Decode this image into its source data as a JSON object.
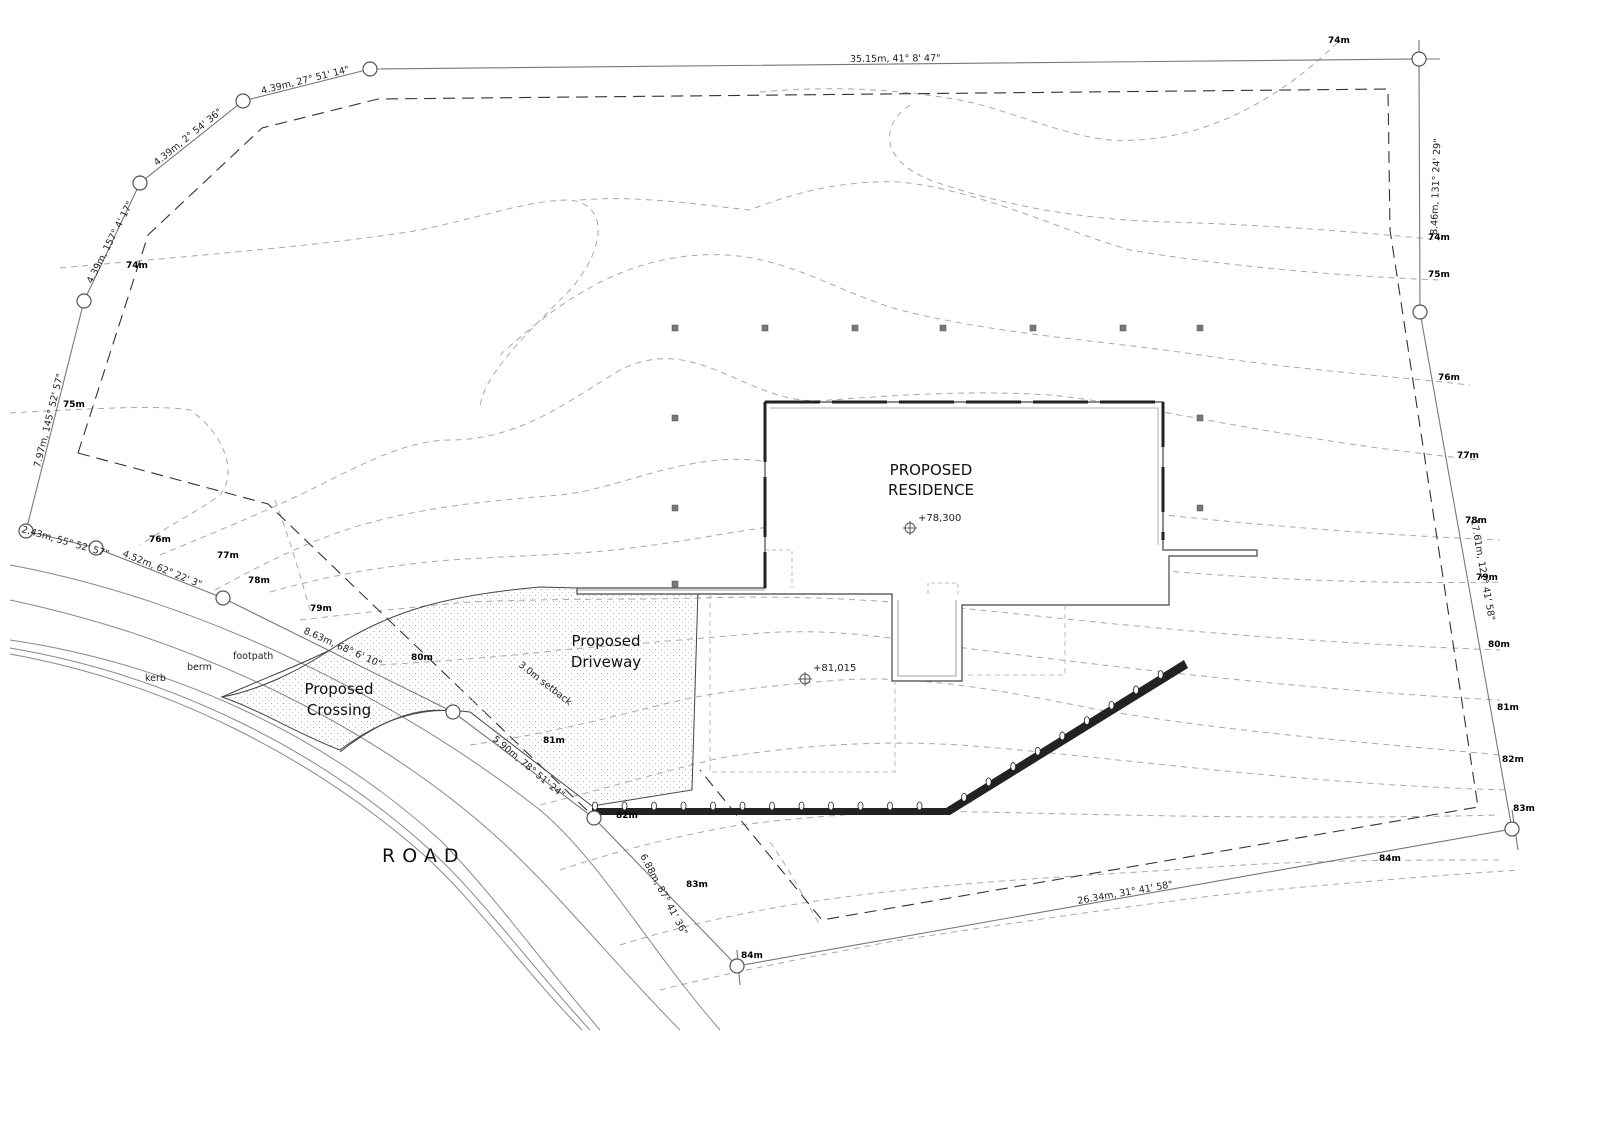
{
  "labels": {
    "residence_line1": "PROPOSED",
    "residence_line2": "RESIDENCE",
    "driveway_line1": "Proposed",
    "driveway_line2": "Driveway",
    "crossing_line1": "Proposed",
    "crossing_line2": "Crossing",
    "road": "ROAD",
    "footpath": "footpath",
    "berm": "berm",
    "kerb": "kerb",
    "setback": "3.0m setback",
    "level_residence": "+78,300",
    "level_driveway": "+81,015"
  },
  "boundary_dimensions": {
    "north": "35.15m, 41° 8' 47\"",
    "nw1": "4.39m, 27° 51' 14\"",
    "nw2": "4.39m, 2° 54' 36\"",
    "nw3": "4.39m, 157° 4' 17\"",
    "west": "7.97m, 145° 52' 57\"",
    "sw1": "2.43m, 55° 52' 57\"",
    "sw2": "4.52m, 62° 22' 3\"",
    "sw3": "8.63m, 68° 6' 10\"",
    "sw4": "5.90m, 78° 51' 24\"",
    "sw5": "6.88m, 87° 41' 36\"",
    "south": "26.34m, 31° 41' 58\"",
    "east1": "8.46m, 131° 24' 29\"",
    "east2": "17.61m, 121° 41' 58\""
  },
  "contour_labels": {
    "c74_top": "74m",
    "c74_right": "74m",
    "c74_left": "74m",
    "c75_right": "75m",
    "c75_left": "75m",
    "c76_left": "76m",
    "c76_right": "76m",
    "c77_left": "77m",
    "c77_right": "77m",
    "c78_left": "78m",
    "c78_right": "78m",
    "c79_left": "79m",
    "c79_right": "79m",
    "c80_mid": "80m",
    "c80_right": "80m",
    "c81_mid": "81m",
    "c81_right": "81m",
    "c82_mid": "82m",
    "c82_right": "82m",
    "c83_mid": "83m",
    "c83_right": "83m",
    "c84_right": "84m",
    "c84_bottom": "84m"
  }
}
